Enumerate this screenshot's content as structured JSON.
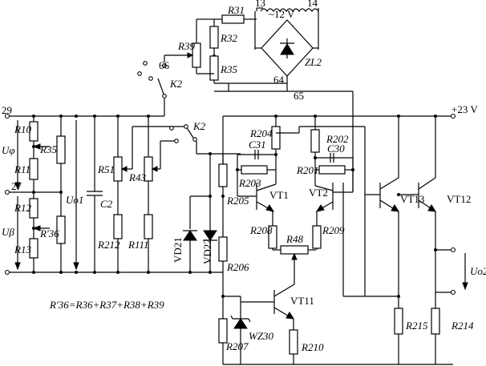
{
  "labels": {
    "n29": "29",
    "n27": "27",
    "n66": "66",
    "n13": "13",
    "n14": "14",
    "n64": "64",
    "n65": "65",
    "ac": "~12 V",
    "vplus": "+23 V",
    "zl2": "ZL2",
    "r31": "R31",
    "r32": "R32",
    "r35b": "R35",
    "r39": "R39",
    "k2a": "K2",
    "k2b": "K2",
    "r10": "R10",
    "r35": "R35",
    "r11": "R11",
    "r12": "R12",
    "r36p": "R′36",
    "r13": "R13",
    "uphi": "Uφ",
    "ubeta": "Uβ",
    "uo1": "Uo1",
    "c2": "C2",
    "r51": "R51",
    "r43": "R43",
    "r212": "R212",
    "r111": "R111",
    "vd21": "VD21",
    "vd22": "VD22",
    "r204": "R204",
    "c31": "C31",
    "r203": "R203",
    "r205": "R205",
    "vt1": "VT1",
    "r202": "R202",
    "c30": "C30",
    "r201": "R201",
    "vt2": "VT2",
    "r208": "R208",
    "r209": "R209",
    "r48": "R48",
    "r206": "R206",
    "vt11": "VT11",
    "vt13": "VT13",
    "vt12": "VT12",
    "wz30": "WZ30",
    "r207": "R207",
    "r210": "R210",
    "r215": "R215",
    "r214": "R214",
    "uo2": "Uo2",
    "formula": "R′36=R36+R37+R38+R39"
  }
}
